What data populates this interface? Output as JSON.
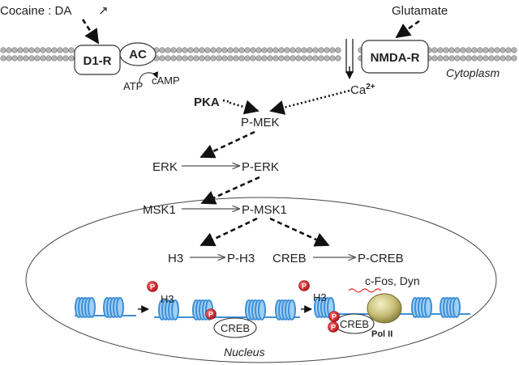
{
  "title": "",
  "nodes": {
    "cocaine": "Cocaine : DA",
    "cocaine_arrow": "↗",
    "glutamate": "Glutamate",
    "d1r": "D1-R",
    "ac": "AC",
    "nmdar": "NMDA-R",
    "cytoplasm": "Cytoplasm",
    "atp": "ATP",
    "camp": "cAMP",
    "pka": "PKA",
    "ca": "Ca",
    "ca_sup": "2+",
    "pmek": "P-MEK",
    "erk": "ERK",
    "perk": "P-ERK",
    "msk1": "MSK1",
    "pmsk1": "P-MSK1",
    "h3": "H3",
    "ph3": "P-H3",
    "creb": "CREB",
    "pcreb": "P-CREB",
    "nucleus": "Nucleus",
    "h3_chromatin_1": "H3",
    "h3_chromatin_2": "H3",
    "creb_chromatin_1": "CREB",
    "creb_chromatin_2": "CREB",
    "cfos_dyn": "c-Fos, Dyn",
    "pol2": "Pol II",
    "p_badge": "P"
  },
  "colors": {
    "membrane": "#b5b5b5",
    "dna": "#3f8fd6",
    "phospho": "#d81f26",
    "pol2": "#c9c07a",
    "mrna": "#e0302a"
  }
}
